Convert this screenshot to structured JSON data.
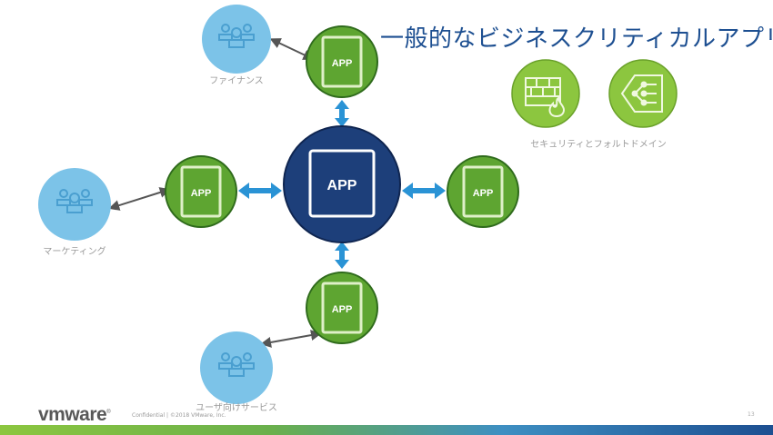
{
  "slide": {
    "title": "一般的なビジネスクリティカルアプリ",
    "center_app": {
      "label": "APP",
      "color": "#1d3f7a"
    },
    "satellite_apps": [
      {
        "label": "APP",
        "position": "top"
      },
      {
        "label": "APP",
        "position": "left"
      },
      {
        "label": "APP",
        "position": "right"
      },
      {
        "label": "APP",
        "position": "bottom"
      }
    ],
    "user_groups": [
      {
        "label": "ファイナンス",
        "icon": "users-icon"
      },
      {
        "label": "マーケティング",
        "icon": "users-icon"
      },
      {
        "label": "ユーザ向けサービス",
        "icon": "users-icon"
      }
    ],
    "features": {
      "icons": [
        "firewall-icon",
        "network-segment-icon"
      ],
      "label": "セキュリティとフォルトドメイン"
    },
    "colors": {
      "app_green": "#5ea531",
      "app_green_border": "#2f6b1c",
      "feature_green": "#8cc63f",
      "user_blue": "#7cc3e8",
      "arrow_blue": "#2a93d5",
      "title_blue": "#1d4f91"
    }
  },
  "footer": {
    "logo": "vmware",
    "confidential": "Confidential  |  ©2018 VMware, Inc.",
    "page_number": "13"
  }
}
